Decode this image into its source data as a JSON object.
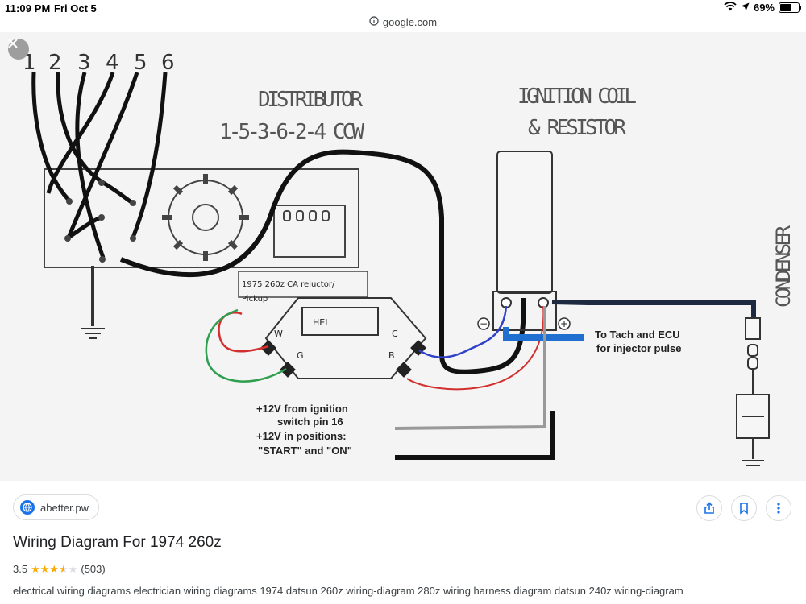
{
  "status_bar": {
    "time": "11:09 PM",
    "date": "Fri Oct 5",
    "battery_percent": "69%",
    "battery_level": 0.69,
    "icons": [
      "wifi-icon",
      "location-arrow-icon",
      "battery-icon"
    ]
  },
  "browser": {
    "url": "google.com",
    "url_icon": "site-info-icon"
  },
  "image_viewer": {
    "close_icon": "close-icon",
    "diagram": {
      "wire_numbers": [
        "1",
        "2",
        "3",
        "4",
        "5",
        "6"
      ],
      "distributor_label": "DISTRIBUTOR",
      "firing_order": "1-5-3-6-2-4 CCW",
      "coil_label_1": "IGNITION COIL",
      "coil_label_2": "& RESISTOR",
      "condenser_label": "CONDENSER",
      "reluctor_label_1": "1975 260z CA reluctor/",
      "reluctor_label_2": "Pickup",
      "module_label": "HEI",
      "terminal_w": "W",
      "terminal_g": "G",
      "terminal_c": "C",
      "terminal_b": "B",
      "coil_minus": "−",
      "coil_plus": "+",
      "tach_note_1": "To Tach and ECU",
      "tach_note_2": "for injector pulse",
      "power_note_1": "+12V from ignition",
      "power_note_2": "switch pin 16",
      "power_note_3": "+12V in positions:",
      "power_note_4": "\"START\" and \"ON\""
    }
  },
  "result": {
    "source": "abetter.pw",
    "title": "Wiring Diagram For 1974 260z",
    "rating": "3.5",
    "rating_value": 3.5,
    "rating_max": 5,
    "review_count": "(503)",
    "description": "electrical wiring diagrams electrician wiring diagrams 1974 datsun 260z wiring-diagram 280z wiring harness diagram datsun 240z wiring-diagram",
    "actions": [
      "share-icon",
      "bookmark-icon",
      "more-vert-icon"
    ]
  },
  "colors": {
    "star_gold": "#f9ab00",
    "star_empty": "#dadce0",
    "accent_blue": "#1a73e8"
  }
}
